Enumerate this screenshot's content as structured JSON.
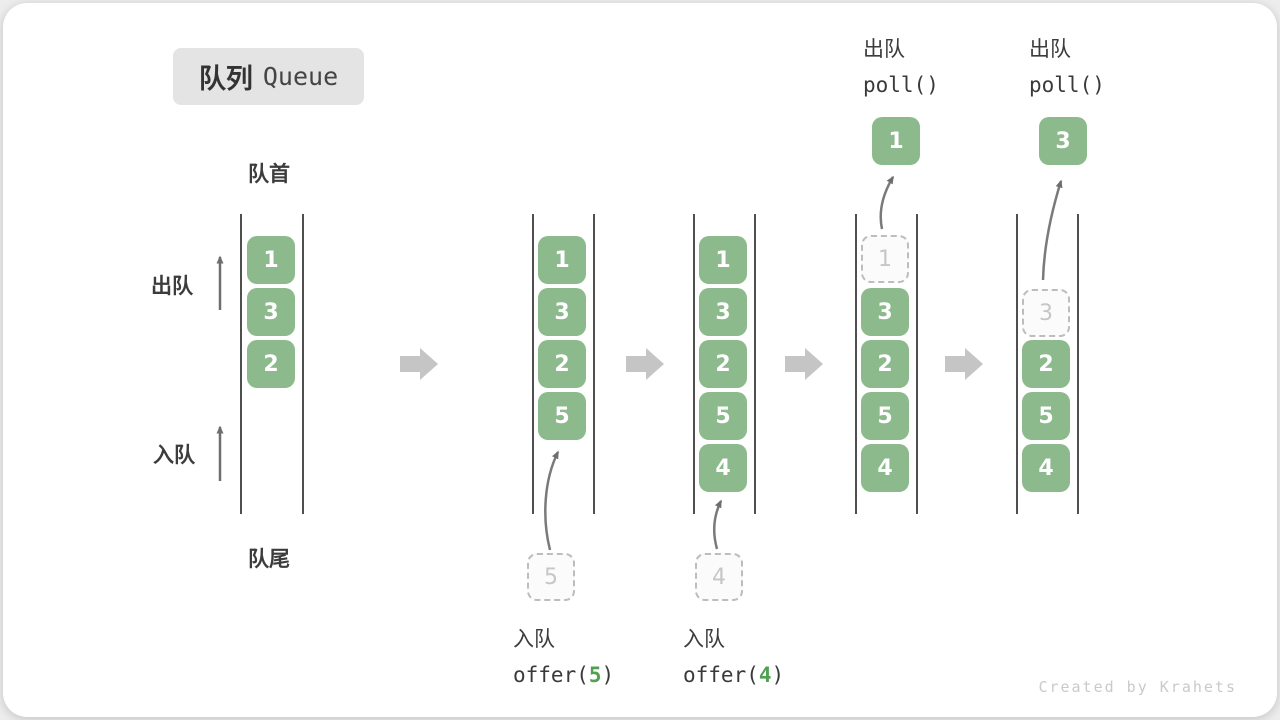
{
  "title": {
    "zh": "队列",
    "en": "Queue"
  },
  "labels": {
    "front": "队首",
    "rear": "队尾",
    "dequeue": "出队",
    "enqueue": "入队"
  },
  "states": [
    {
      "cells": [
        "1",
        "3",
        "2"
      ]
    },
    {
      "cells": [
        "1",
        "3",
        "2",
        "5"
      ],
      "pending": "5"
    },
    {
      "cells": [
        "1",
        "3",
        "2",
        "5",
        "4"
      ],
      "pending": "4"
    },
    {
      "removed": "1",
      "cells": [
        "3",
        "2",
        "5",
        "4"
      ],
      "polled": "1"
    },
    {
      "removed": "3",
      "cells": [
        "2",
        "5",
        "4"
      ],
      "polled": "3"
    }
  ],
  "operations": {
    "enqueue5": {
      "label": "入队",
      "code_pre": "offer(",
      "arg": "5",
      "code_post": ")"
    },
    "enqueue4": {
      "label": "入队",
      "code_pre": "offer(",
      "arg": "4",
      "code_post": ")"
    },
    "poll1": {
      "label": "出队",
      "code": "poll()"
    },
    "poll2": {
      "label": "出队",
      "code": "poll()"
    }
  },
  "watermark": "Created by Krahets",
  "colors": {
    "box_green": "#8cba8c",
    "arg_green": "#52a152",
    "flow_arrow_gray": "#c5c5c5",
    "line_dark": "#4f4f4f"
  }
}
